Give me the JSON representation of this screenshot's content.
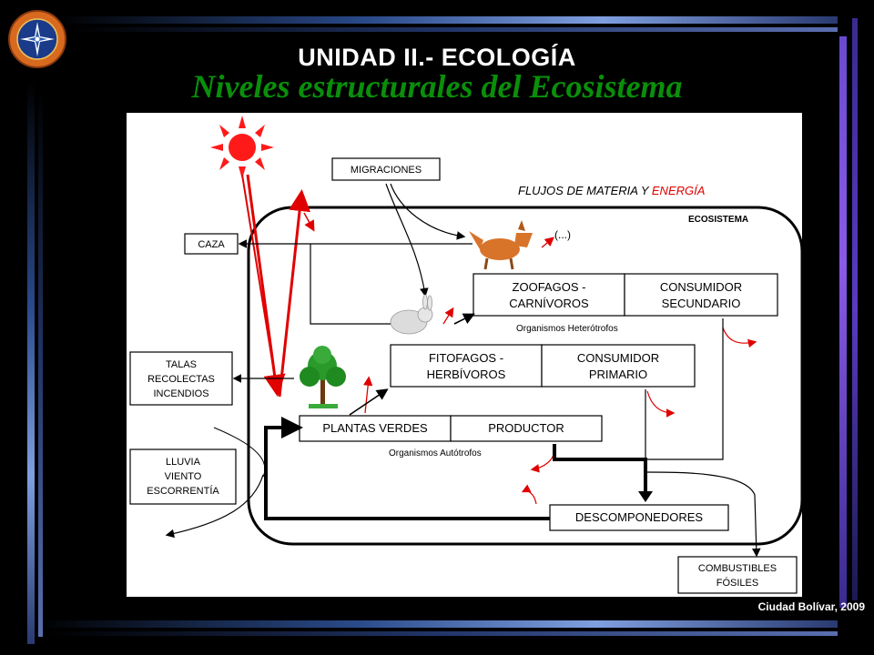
{
  "header": {
    "unit_title": "UNIDAD II.- ECOLOGÍA",
    "subtitle": "Niveles estructurales del  Ecosistema"
  },
  "logo": {
    "name": "university-seal"
  },
  "footer": {
    "credit": "Ciudad Bolívar, 2009"
  },
  "diagram": {
    "flow_title_prefix": "FLUJOS DE MATERIA Y ",
    "flow_title_energy": "ENERGÍA",
    "ecosystem_label": "ECOSISTEMA",
    "migraciones": "MIGRACIONES",
    "caza": "CAZA",
    "ellipsis": "(...)",
    "zoofagos_l1": "ZOOFAGOS -",
    "zoofagos_l2": "CARNÍVOROS",
    "consumidor_sec_l1": "CONSUMIDOR",
    "consumidor_sec_l2": "SECUNDARIO",
    "heterotrofos": "Organismos Heterótrofos",
    "fitofagos_l1": "FITOFAGOS -",
    "fitofagos_l2": "HERBÍVOROS",
    "consumidor_pri_l1": "CONSUMIDOR",
    "consumidor_pri_l2": "PRIMARIO",
    "talas_l1": "TALAS",
    "talas_l2": "RECOLECTAS",
    "talas_l3": "INCENDIOS",
    "plantas": "PLANTAS VERDES",
    "productor": "PRODUCTOR",
    "autotrofos": "Organismos Autótrofos",
    "lluvia_l1": "LLUVIA",
    "lluvia_l2": "VIENTO",
    "lluvia_l3": "ESCORRENTÍA",
    "descomponedores": "DESCOMPONEDORES",
    "combustibles_l1": "COMBUSTIBLES",
    "combustibles_l2": "FÓSILES"
  },
  "colors": {
    "energy": "#e00000",
    "title_green": "#0a8f0a",
    "background": "#000000"
  }
}
